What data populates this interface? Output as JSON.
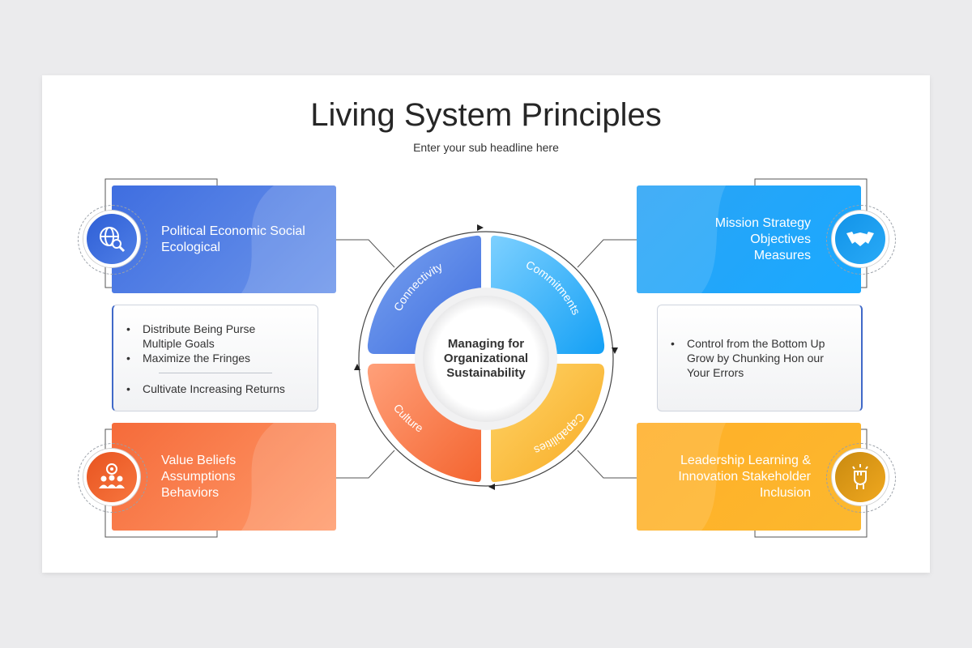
{
  "title": "Living System Principles",
  "subtitle": "Enter your sub headline here",
  "center": {
    "lines": [
      "Managing for",
      "Organizational",
      "Sustainability"
    ]
  },
  "segments": {
    "connectivity": "Connectivity",
    "commitments": "Commitments",
    "capabilities": "Capabilities",
    "culture": "Culture"
  },
  "cards": {
    "top_left": {
      "lines": [
        "Political Economic Social",
        "Ecological"
      ],
      "icon": "globe-search-icon"
    },
    "bottom_left": {
      "lines": [
        "Value Beliefs",
        "Assumptions",
        "Behaviors"
      ],
      "icon": "team-target-icon"
    },
    "top_right": {
      "lines": [
        "Mission Strategy",
        "Objectives",
        "Measures"
      ],
      "icon": "handshake-icon"
    },
    "bottom_right": {
      "lines": [
        "Leadership Learning &",
        "Innovation Stakeholder",
        "Inclusion"
      ],
      "icon": "raised-fist-icon"
    }
  },
  "bullets_left": [
    "Distribute Being Purse",
    "Multiple Goals",
    "Maximize the Fringes",
    "Cultivate Increasing Returns"
  ],
  "bullets_right": [
    "Control from the Bottom Up",
    "Grow by Chunking Hon our",
    "Your Errors"
  ],
  "colors": {
    "blue": "#4672e2",
    "orange": "#f7763f",
    "sky": "#22a8f6",
    "gold": "#fdb12b"
  }
}
